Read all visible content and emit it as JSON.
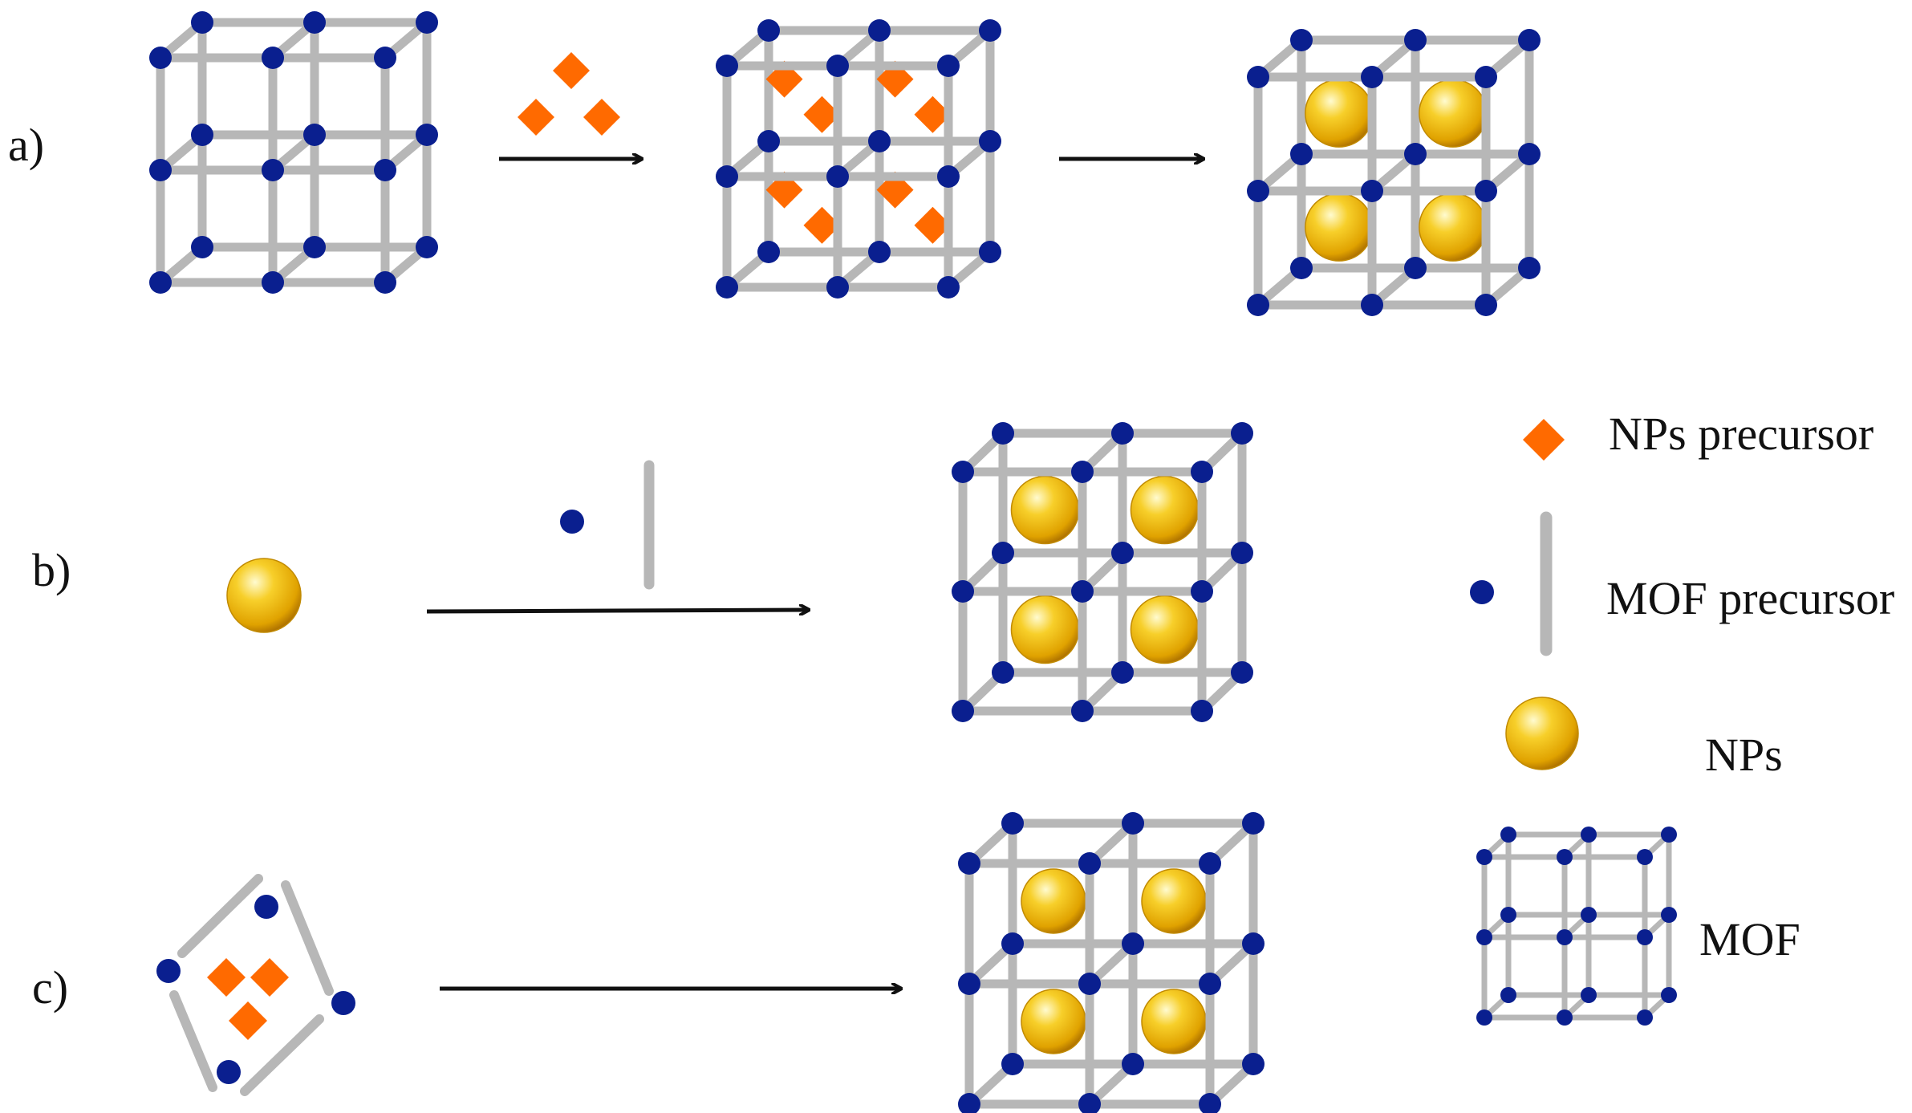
{
  "rows": [
    {
      "id": "a",
      "label": "a)"
    },
    {
      "id": "b",
      "label": "b)"
    },
    {
      "id": "c",
      "label": "c)"
    }
  ],
  "legend": [
    {
      "key": "nps-precursor",
      "label": "NPs precursor"
    },
    {
      "key": "mof-precursor",
      "label": "MOF precursor"
    },
    {
      "key": "nps",
      "label": "NPs"
    },
    {
      "key": "mof",
      "label": "MOF"
    }
  ],
  "colors": {
    "node": "#0a1f8f",
    "strut": "#b7b7b7",
    "precursor": "#ff6a00",
    "np_light": "#fff3a0",
    "np_mid": "#f4c20d",
    "np_dark": "#b87a00",
    "arrow": "#111111"
  }
}
